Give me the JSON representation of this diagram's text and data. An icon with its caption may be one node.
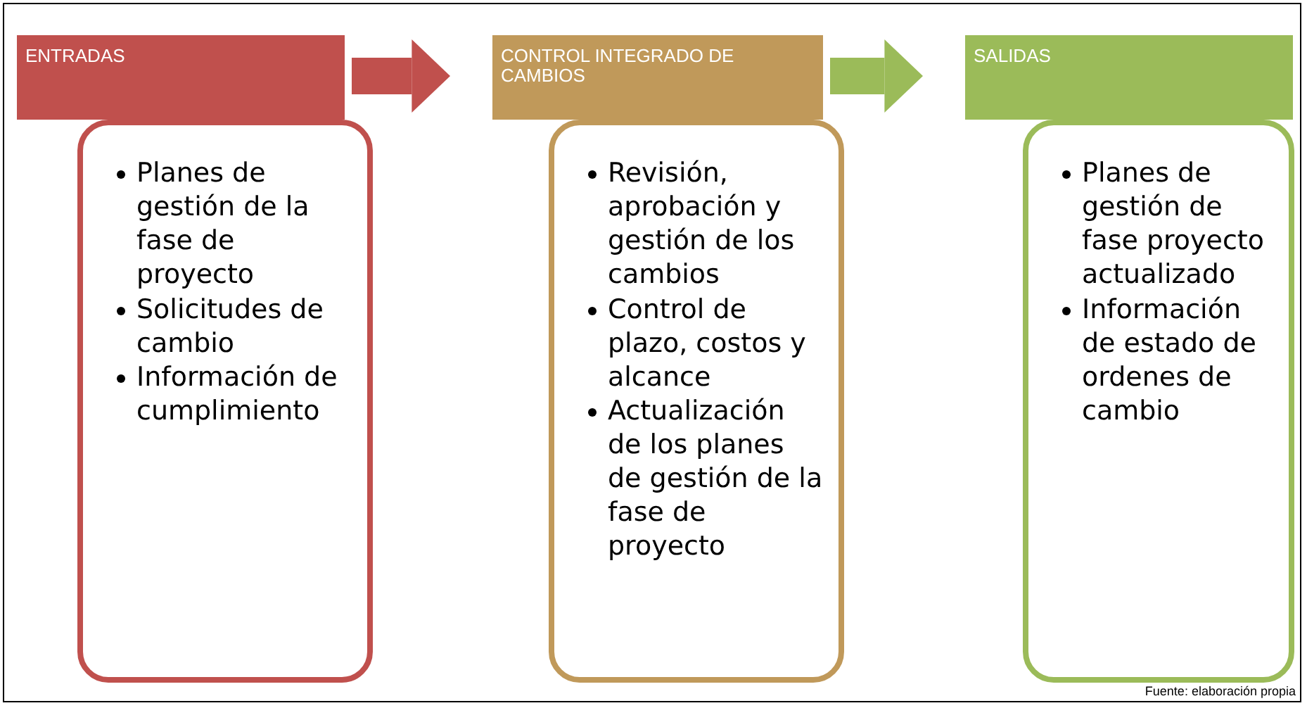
{
  "diagram": {
    "nodes": [
      {
        "text": [
          "ENTRADAS"
        ]
      },
      {
        "text": [
          "Planes de gestión de la fase de proyecto",
          "Solicitudes de cambio",
          "Información de cumplimiento"
        ]
      },
      {
        "text": [
          "CONTROL INTEGRADO DE CAMBIOS"
        ]
      },
      {
        "text": [
          "Revisión, aprobación y gestión de los cambios",
          "Control de plazo, costos y alcance",
          "Actualización de los planes de gestión de la fase de proyecto"
        ]
      },
      {
        "text": [
          "SALIDAS"
        ]
      },
      {
        "text": [
          "Planes de gestión de fase proyecto actualizado",
          "Información de estado de ordenes de cambio"
        ]
      }
    ],
    "edges": [
      {
        "from": 0,
        "to": 2,
        "arrow": "to",
        "color": "#c0504d"
      },
      {
        "from": 2,
        "to": 4,
        "arrow": "to",
        "color": "#9bbb59"
      }
    ],
    "labels": [
      "Fuente: elaboración propia"
    ]
  }
}
